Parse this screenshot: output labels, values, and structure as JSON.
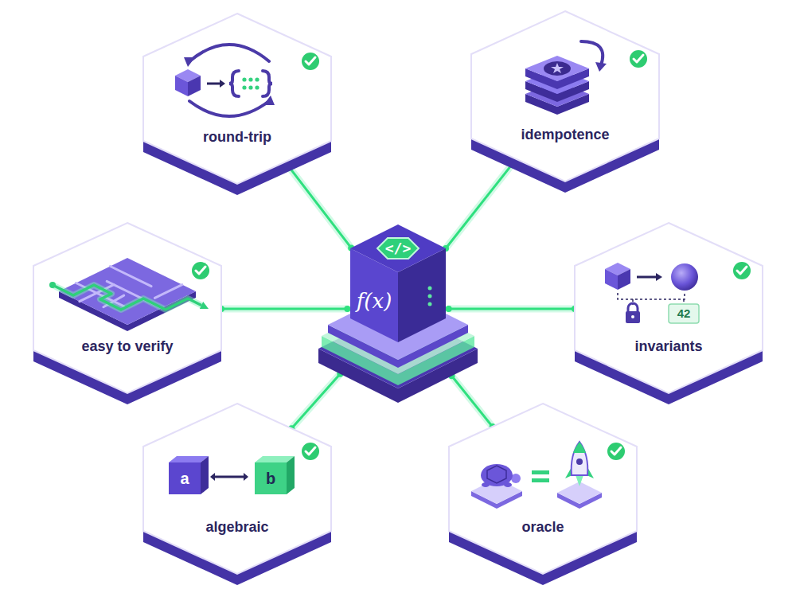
{
  "diagram": {
    "nodes": [
      {
        "text": [
          "round-trip"
        ]
      },
      {
        "text": [
          "idempotence"
        ]
      },
      {
        "text": [
          "easy to verify"
        ]
      },
      {
        "text": [
          "</>",
          "f(x)"
        ]
      },
      {
        "text": [
          "invariants"
        ]
      },
      {
        "text": [
          "algebraic"
        ]
      },
      {
        "text": [
          "oracle"
        ]
      }
    ],
    "edges": [
      {
        "from": 3,
        "to": 0,
        "arrow": "none"
      },
      {
        "from": 3,
        "to": 1,
        "arrow": "none"
      },
      {
        "from": 3,
        "to": 2,
        "arrow": "none"
      },
      {
        "from": 3,
        "to": 4,
        "arrow": "none"
      },
      {
        "from": 3,
        "to": 5,
        "arrow": "none"
      },
      {
        "from": 3,
        "to": 6,
        "arrow": "none"
      }
    ],
    "labels": [
      "42",
      "a",
      "b"
    ]
  }
}
